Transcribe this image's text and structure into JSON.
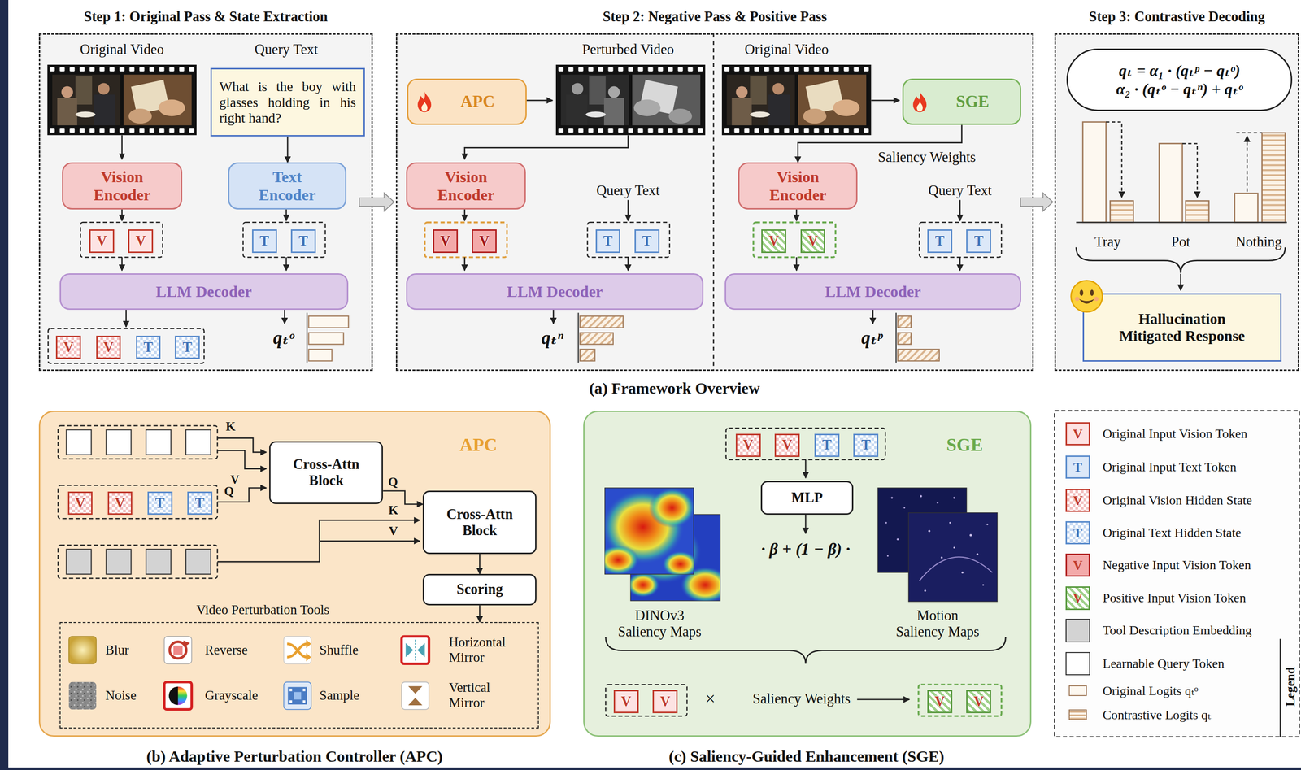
{
  "diagram": {
    "nodes": [
      {
        "text": [
          "Step 1: Original Pass & State Extraction"
        ]
      },
      {
        "text": [
          "What is the boy with glasses holding in his right hand?"
        ],
        "in": 0
      },
      {
        "text": [
          "Vision Encoder"
        ],
        "in": 0
      },
      {
        "text": [
          "Text Encoder"
        ],
        "in": 0
      },
      {
        "text": [
          "V"
        ],
        "in": 0
      },
      {
        "text": [
          "V"
        ],
        "in": 0
      },
      {
        "text": [
          "T"
        ],
        "in": 0
      },
      {
        "text": [
          "T"
        ],
        "in": 0
      },
      {
        "text": [
          "LLM Decoder"
        ],
        "in": 0
      },
      {
        "text": [
          "V"
        ],
        "in": 0
      },
      {
        "text": [
          "V"
        ],
        "in": 0
      },
      {
        "text": [
          "T"
        ],
        "in": 0
      },
      {
        "text": [
          "T"
        ],
        "in": 0
      },
      {
        "text": [
          "Step 2: Negative Pass & Positive Pass"
        ]
      },
      {
        "text": [
          "APC"
        ],
        "in": 13
      },
      {
        "text": [
          "Vision Encoder"
        ],
        "in": 13
      },
      {
        "text": [
          "V"
        ],
        "in": 13
      },
      {
        "text": [
          "V"
        ],
        "in": 13
      },
      {
        "text": [
          "T"
        ],
        "in": 13
      },
      {
        "text": [
          "T"
        ],
        "in": 13
      },
      {
        "text": [
          "LLM Decoder"
        ],
        "in": 13
      },
      {
        "text": [
          "SGE"
        ],
        "in": 13
      },
      {
        "text": [
          "Vision Encoder"
        ],
        "in": 13
      },
      {
        "text": [
          "V"
        ],
        "in": 13
      },
      {
        "text": [
          "V"
        ],
        "in": 13
      },
      {
        "text": [
          "T"
        ],
        "in": 13
      },
      {
        "text": [
          "T"
        ],
        "in": 13
      },
      {
        "text": [
          "LLM Decoder"
        ],
        "in": 13
      },
      {
        "text": [
          "Step 3: Contrastive Decoding"
        ]
      },
      {
        "text": [
          "qₜ = α₁ · (qₜᵖ − qₜᵒ)",
          "α₂ · (qₜᵒ − qₜⁿ) + qₜᵒ"
        ],
        "in": 28
      },
      {
        "text": [
          "Hallucination Mitigated Response"
        ],
        "in": 28
      },
      {
        "text": [
          "APC"
        ]
      },
      {
        "text": [
          "V"
        ],
        "in": 31
      },
      {
        "text": [
          "V"
        ],
        "in": 31
      },
      {
        "text": [
          "T"
        ],
        "in": 31
      },
      {
        "text": [
          "T"
        ],
        "in": 31
      },
      {
        "text": [
          "Cross-Attn Block"
        ],
        "in": 31
      },
      {
        "text": [
          "Cross-Attn Block"
        ],
        "in": 31
      },
      {
        "text": [
          "Scoring"
        ],
        "in": 31
      },
      {
        "text": [
          "Video Perturbation Tools"
        ],
        "in": 31
      },
      {
        "text": [
          "SGE"
        ]
      },
      {
        "text": [
          "V"
        ],
        "in": 40
      },
      {
        "text": [
          "V"
        ],
        "in": 40
      },
      {
        "text": [
          "T"
        ],
        "in": 40
      },
      {
        "text": [
          "T"
        ],
        "in": 40
      },
      {
        "text": [
          "MLP"
        ],
        "in": 40
      },
      {
        "text": [
          "V"
        ],
        "in": 40
      },
      {
        "text": [
          "V"
        ],
        "in": 40
      },
      {
        "text": [
          "V"
        ],
        "in": 40
      },
      {
        "text": [
          "V"
        ],
        "in": 40
      }
    ],
    "edges": [
      {
        "from": 0,
        "to": 13,
        "arrow": "to"
      },
      {
        "from": 13,
        "to": 28,
        "arrow": "to"
      },
      {
        "from": 1,
        "to": 3,
        "arrow": "to"
      },
      {
        "from": 21,
        "to": 22,
        "arrow": "to"
      },
      {
        "from": 36,
        "to": 37,
        "label": "Q",
        "arrow": "to"
      },
      {
        "from": 37,
        "to": 38,
        "arrow": "to"
      },
      {
        "from": 38,
        "to": 39,
        "arrow": "to"
      }
    ],
    "labels": [
      "Original Video",
      "Query Text",
      "qₜᵒ",
      "Perturbed Video",
      "Query Text",
      "qₜⁿ",
      "Original Video",
      "Saliency Weights",
      "Query Text",
      "qₜᵖ",
      "Tray",
      "Pot",
      "Nothing",
      "(a) Framework Overview",
      "K",
      "V",
      "Q",
      "K",
      "V",
      "Blur",
      "Reverse",
      "Shuffle",
      "Horizontal Mirror",
      "Noise",
      "Grayscale",
      "Sample",
      "Vertical Mirror",
      "(b) Adaptive Perturbation Controller (APC)",
      "DINOv3 Saliency Maps",
      "· β + (1 − β) ·",
      "Motion Saliency Maps",
      "×",
      "Saliency Weights",
      "(c) Saliency-Guided Enhancement (SGE)",
      "V",
      "T",
      "V",
      "T",
      "V",
      "V",
      "Legend"
    ],
    "legend": [
      {
        "text": "Original Input Vision Token"
      },
      {
        "text": "Original Input Text Token"
      },
      {
        "text": "Original Vision Hidden State"
      },
      {
        "text": "Original Text Hidden State"
      },
      {
        "text": "Negative Input Vision Token"
      },
      {
        "text": "Positive Input Vision Token"
      },
      {
        "text": "Tool Description Embedding",
        "color": "#d3d3d3"
      },
      {
        "text": "Learnable Query Token",
        "color": "#ffffff"
      },
      {
        "text": "Original Logits qₜᵒ"
      },
      {
        "text": "Contrastive Logits qₜ"
      }
    ]
  }
}
